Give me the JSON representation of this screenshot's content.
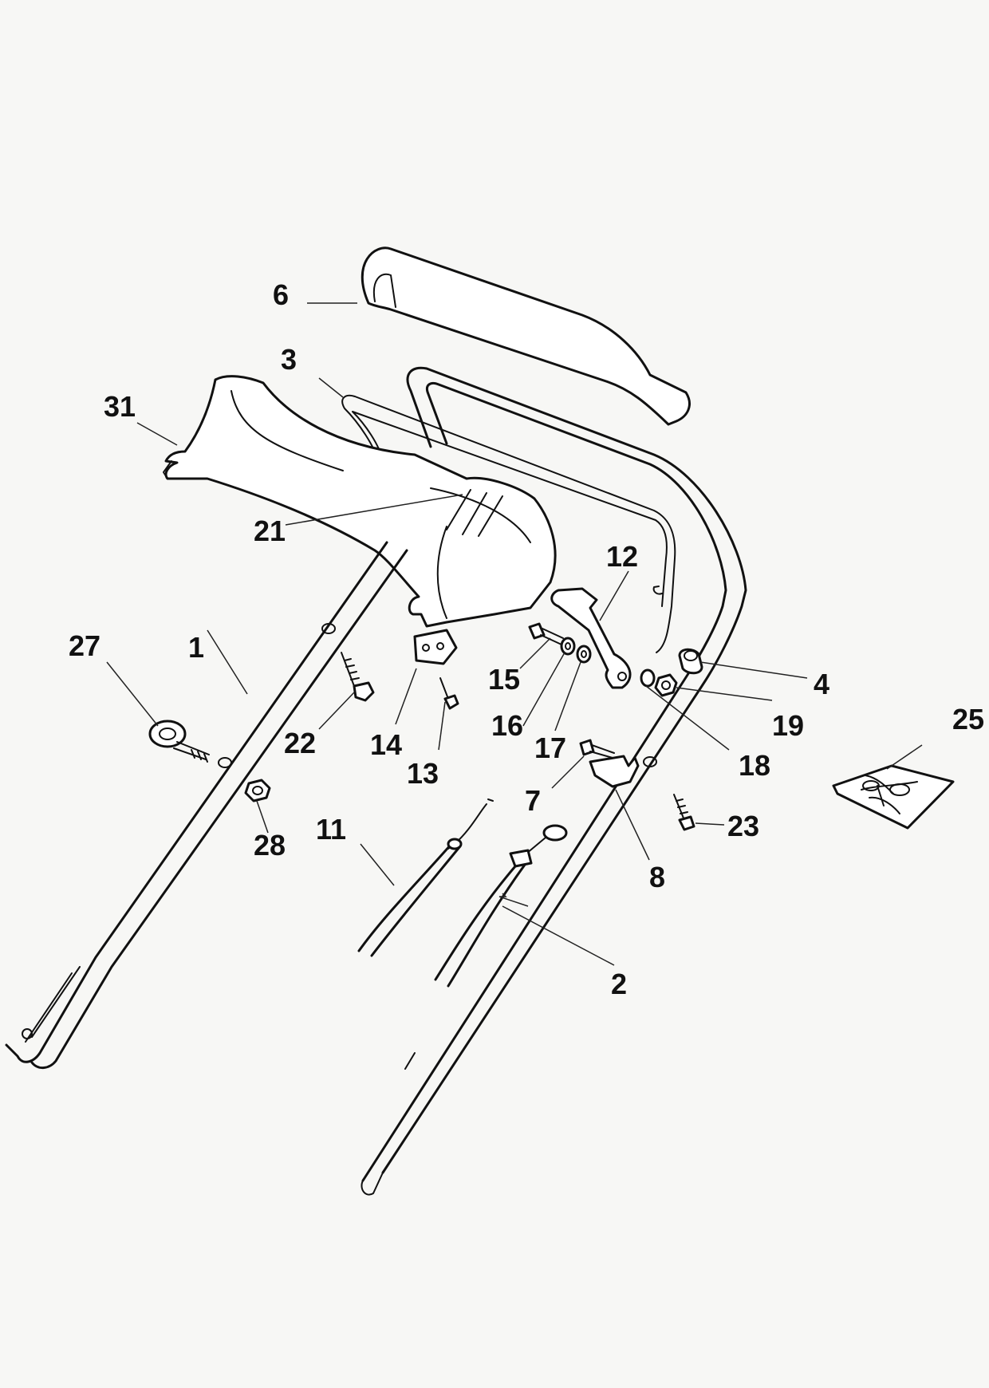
{
  "callouts": [
    {
      "id": "c1",
      "label": "1"
    },
    {
      "id": "c2",
      "label": "2"
    },
    {
      "id": "c3",
      "label": "3"
    },
    {
      "id": "c4",
      "label": "4"
    },
    {
      "id": "c6",
      "label": "6"
    },
    {
      "id": "c7",
      "label": "7"
    },
    {
      "id": "c8",
      "label": "8"
    },
    {
      "id": "c11",
      "label": "11"
    },
    {
      "id": "c12",
      "label": "12"
    },
    {
      "id": "c13",
      "label": "13"
    },
    {
      "id": "c14",
      "label": "14"
    },
    {
      "id": "c15",
      "label": "15"
    },
    {
      "id": "c16",
      "label": "16"
    },
    {
      "id": "c17",
      "label": "17"
    },
    {
      "id": "c18",
      "label": "18"
    },
    {
      "id": "c19",
      "label": "19"
    },
    {
      "id": "c21",
      "label": "21"
    },
    {
      "id": "c22",
      "label": "22"
    },
    {
      "id": "c23",
      "label": "23"
    },
    {
      "id": "c25",
      "label": "25"
    },
    {
      "id": "c27",
      "label": "27"
    },
    {
      "id": "c28",
      "label": "28"
    },
    {
      "id": "c31",
      "label": "31"
    }
  ]
}
